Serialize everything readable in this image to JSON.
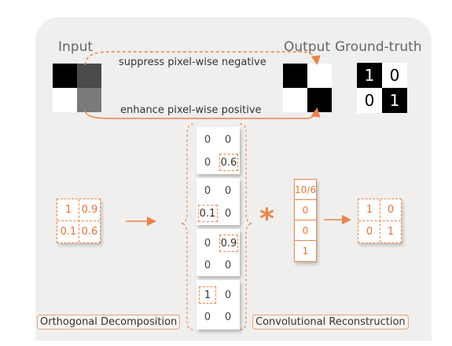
{
  "labels": {
    "input": "Input",
    "output": "Output",
    "ground_truth": "Ground-truth",
    "suppress": "suppress pixel-wise negative",
    "enhance": "enhance pixel-wise positive",
    "star": "*"
  },
  "input_pixels": [
    "#000000",
    "#4a4a4a",
    "#ffffff",
    "#7a7a7a"
  ],
  "output_pixels": [
    "#000000",
    "#ffffff",
    "#ffffff",
    "#000000"
  ],
  "ground_truth": [
    "1",
    "0",
    "0",
    "1"
  ],
  "input_matrix": [
    "1",
    "0.9",
    "0.1",
    "0.6"
  ],
  "decomposition": [
    [
      "0",
      "0",
      "0",
      "0.6"
    ],
    [
      "0",
      "0",
      "0.1",
      "0"
    ],
    [
      "0",
      "0.9",
      "0",
      "0"
    ],
    [
      "1",
      "0",
      "0",
      "0"
    ]
  ],
  "kernel_vector": [
    "10/6",
    "0",
    "0",
    "1"
  ],
  "result_matrix": [
    "1",
    "0",
    "0",
    "1"
  ],
  "captions": {
    "left": "Orthogonal Decomposition",
    "right": "Convolutional Reconstruction"
  },
  "colors": {
    "accent": "#e8844a",
    "panel": "#f0efee"
  }
}
